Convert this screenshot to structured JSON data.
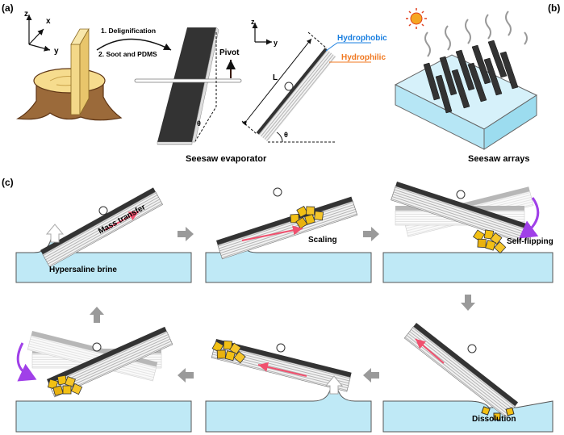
{
  "panel_a": {
    "label": "(a)",
    "axis_z": "z",
    "axis_x": "x",
    "axis_y": "y",
    "step1": "1. Delignification",
    "step2": "2. Soot and PDMS",
    "pivot": "Pivot",
    "theta": "θ",
    "length": "L",
    "hydrophobic": "Hydrophobic",
    "hydrophilic": "Hydrophilic",
    "caption": "Seesaw evaporator",
    "colors": {
      "hydrophobic": "#1a7fe0",
      "hydrophilic": "#f07820"
    }
  },
  "panel_b": {
    "label": "(b)",
    "caption": "Seesaw arrays"
  },
  "panel_c": {
    "label": "(c)",
    "mass_transfer": "Mass transfer",
    "brine": "Hypersaline brine",
    "scaling": "Scaling",
    "self_flipping": "Self-flipping",
    "dissolution": "Dissolution"
  }
}
